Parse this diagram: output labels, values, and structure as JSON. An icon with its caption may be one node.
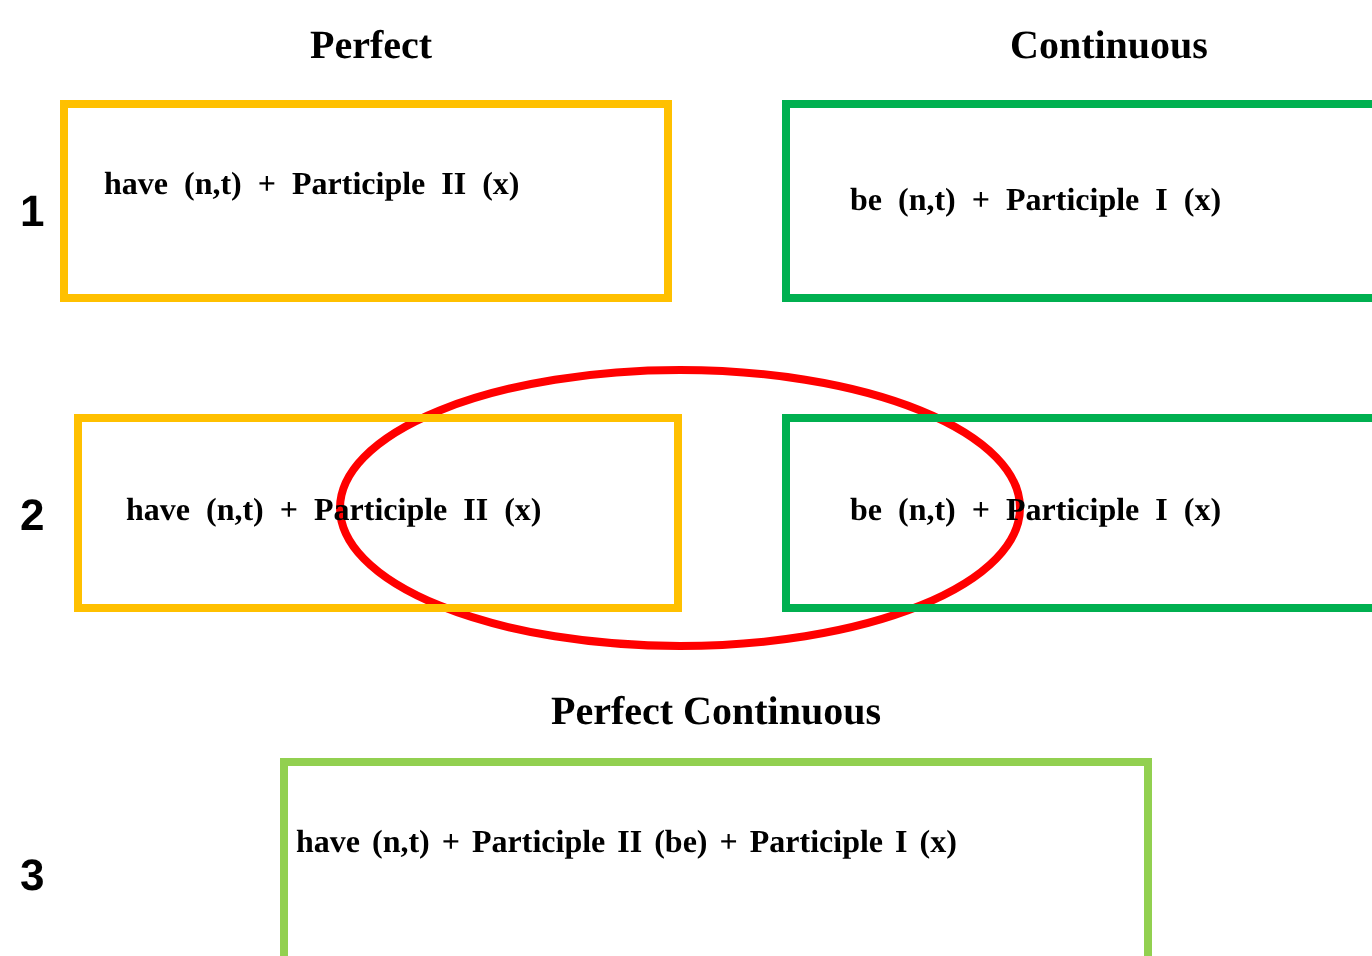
{
  "diagram": {
    "nodes": [
      {
        "text": [
          "have (n,t) + Participle II (x)"
        ]
      },
      {
        "text": [
          "be (n,t) + Participle I (x)"
        ]
      },
      {
        "text": [
          "have (n,t) + Participle II (x)"
        ]
      },
      {
        "text": [
          "be (n,t) + Participle I (x)"
        ]
      },
      {
        "text": [],
        "shape": "ellipse"
      },
      {
        "text": [
          "Perfect Continuous",
          "have (n,t) + Participle II (be) + Participle I (x)"
        ]
      }
    ],
    "labels": [
      "Perfect",
      "Continuous",
      "1",
      "2",
      "3"
    ]
  }
}
